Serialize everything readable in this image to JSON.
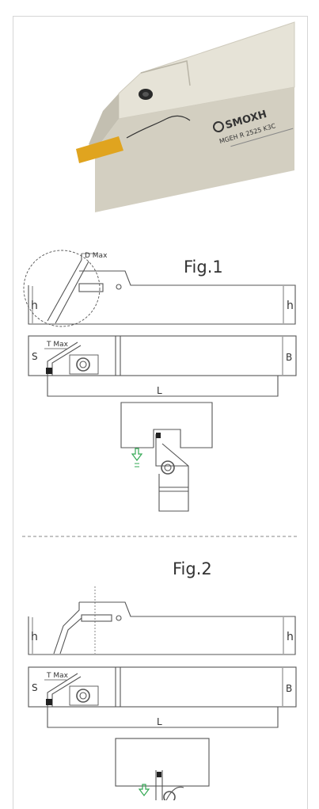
{
  "product": {
    "brand": "SMOXH",
    "model": "MGEH R 2525 K3C",
    "engraving_sub": "... ..."
  },
  "figures": [
    {
      "title": "Fig.1",
      "labels": {
        "d_max": "D Max",
        "t_max": "T Max",
        "h_left": "h",
        "h_right": "h",
        "s": "S",
        "b": "B",
        "l": "L"
      }
    },
    {
      "title": "Fig.2",
      "labels": {
        "t_max": "T Max",
        "h_left": "h",
        "h_right": "h",
        "s": "S",
        "b": "B",
        "l": "L"
      }
    }
  ],
  "colors": {
    "insert": "#e0a41f",
    "holder": "#d6d2c4",
    "arrow": "#33a853",
    "line": "#555555"
  }
}
